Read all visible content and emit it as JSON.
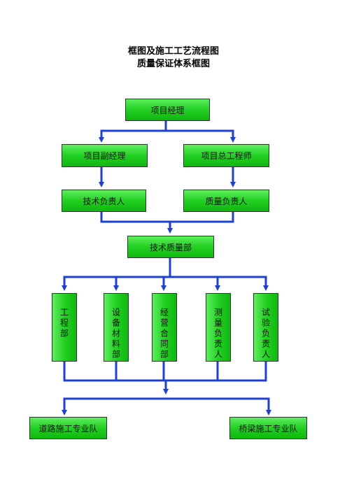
{
  "title_line1": "框图及施工工艺流程图",
  "title_line2": "质量保证体系框图",
  "nodes": {
    "pm": "项目经理",
    "deputy_pm": "项目副经理",
    "chief_engineer": "项目总工程师",
    "tech_lead": "技术负责人",
    "quality_lead": "质量负责人",
    "tech_quality_dept": "技术质量部",
    "engineering_dept": "工程部",
    "equipment_dept": "设备材料部",
    "contract_dept": "经营合同部",
    "survey_lead": "测量负责人",
    "test_lead": "试验负责人",
    "road_team": "道路施工专业队",
    "bridge_team": "桥梁施工专业队"
  },
  "colors": {
    "box_fill": "#22d022",
    "connector": "#1e3fd6"
  }
}
